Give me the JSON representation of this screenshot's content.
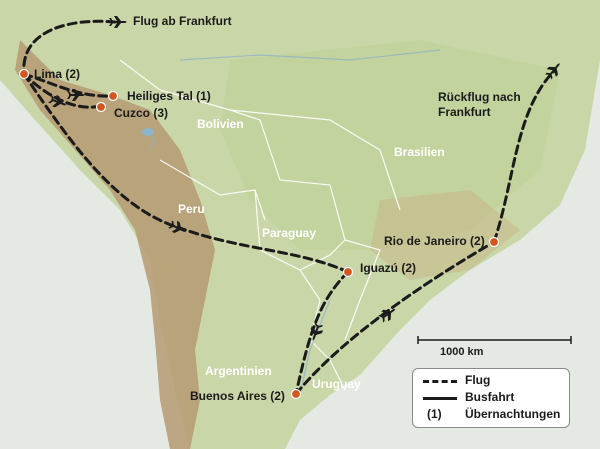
{
  "colors": {
    "ocean": "#e4eae3",
    "land": "#c9d7a8",
    "mountains": "#b59a72",
    "route": "#1b1b1b",
    "city": "#d5551f",
    "border": "#ffffff"
  },
  "cities": [
    {
      "id": "lima",
      "label": "Lima (2)"
    },
    {
      "id": "heiliges-tal",
      "label": "Heiliges Tal (1)"
    },
    {
      "id": "cuzco",
      "label": "Cuzco (3)"
    },
    {
      "id": "iguazu",
      "label": "Iguazú (2)"
    },
    {
      "id": "rio",
      "label": "Rio de Janeiro (2)"
    },
    {
      "id": "buenos-aires",
      "label": "Buenos Aires (2)"
    }
  ],
  "countries": [
    "Bolivien",
    "Peru",
    "Paraguay",
    "Brasilien",
    "Argentinien",
    "Uruguay"
  ],
  "annotations": {
    "flight_in": "Flug ab Frankfurt",
    "flight_out_line1": "Rückflug nach",
    "flight_out_line2": "Frankfurt"
  },
  "scale": {
    "label": "1000 km"
  },
  "legend": {
    "flight": "Flug",
    "bus": "Busfahrt",
    "nights_symbol": "(1)",
    "nights": "Übernachtungen"
  }
}
